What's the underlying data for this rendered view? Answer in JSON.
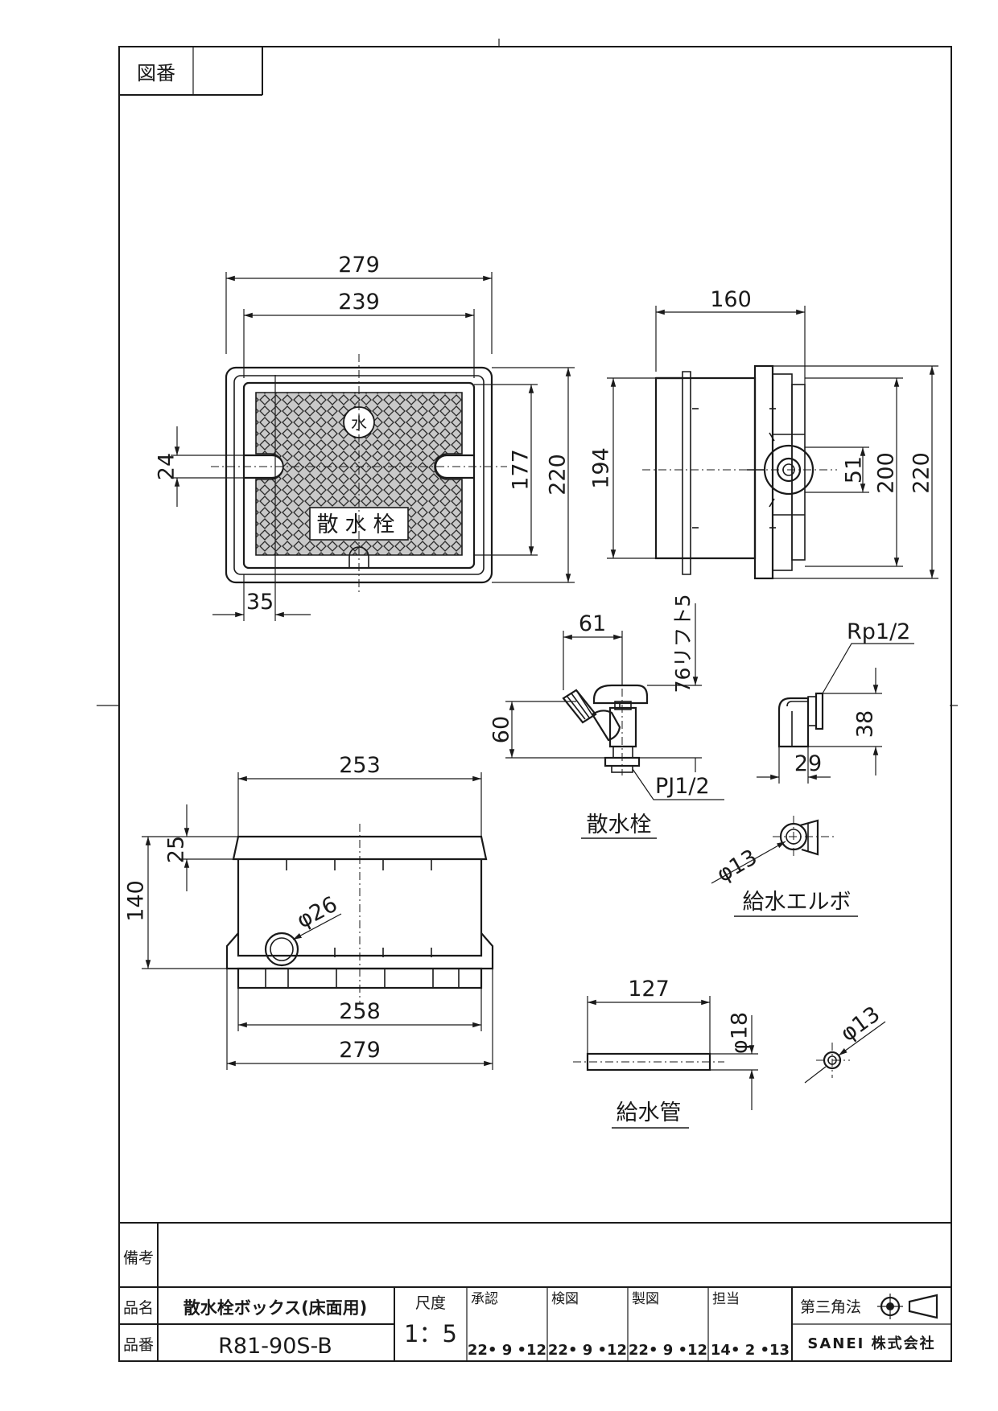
{
  "header": {
    "drawing_number_label": "図番",
    "drawing_number_value": ""
  },
  "dimensions": {
    "top_width_outer": "279",
    "top_width_inner": "239",
    "top_left_offset": "24",
    "top_left_35": "35",
    "top_height_177": "177",
    "top_height_220": "220",
    "side_width": "160",
    "side_h_194": "194",
    "side_h_51": "51",
    "side_h_200": "200",
    "side_h_220": "220",
    "faucet_w": "61",
    "faucet_lift": "76リフト5",
    "faucet_h": "60",
    "faucet_thread": "PJ1/2",
    "elbow_thread": "Rp1/2",
    "elbow_h": "38",
    "elbow_w": "29",
    "elbow_dia": "φ13",
    "front_top_w": "253",
    "front_h_25": "25",
    "front_h_140": "140",
    "front_hole": "φ26",
    "front_bottom_258": "258",
    "front_bottom_279": "279",
    "pipe_len": "127",
    "pipe_od": "φ18",
    "pipe_id": "φ13"
  },
  "labels": {
    "lid_text": "散水栓",
    "lid_emblem": "水",
    "faucet": "散水栓",
    "elbow": "給水エルボ",
    "pipe": "給水管"
  },
  "title_block": {
    "remarks_label": "備考",
    "remarks_value": "",
    "product_name_label": "品名",
    "product_name": "散水栓ボックス(床面用)",
    "product_number_label": "品番",
    "product_number": "R81-90S-B",
    "scale_label": "尺度",
    "scale_value": "1：5",
    "approval_label": "承認",
    "approval_date": "22• 9 •12",
    "check_label": "検図",
    "check_date": "22• 9 •12",
    "drawn_label": "製図",
    "drawn_date": "22• 9 •12",
    "charge_label": "担当",
    "charge_date": "14• 2 •13",
    "projection_label": "第三角法",
    "company": "SANEI 株式会社"
  }
}
